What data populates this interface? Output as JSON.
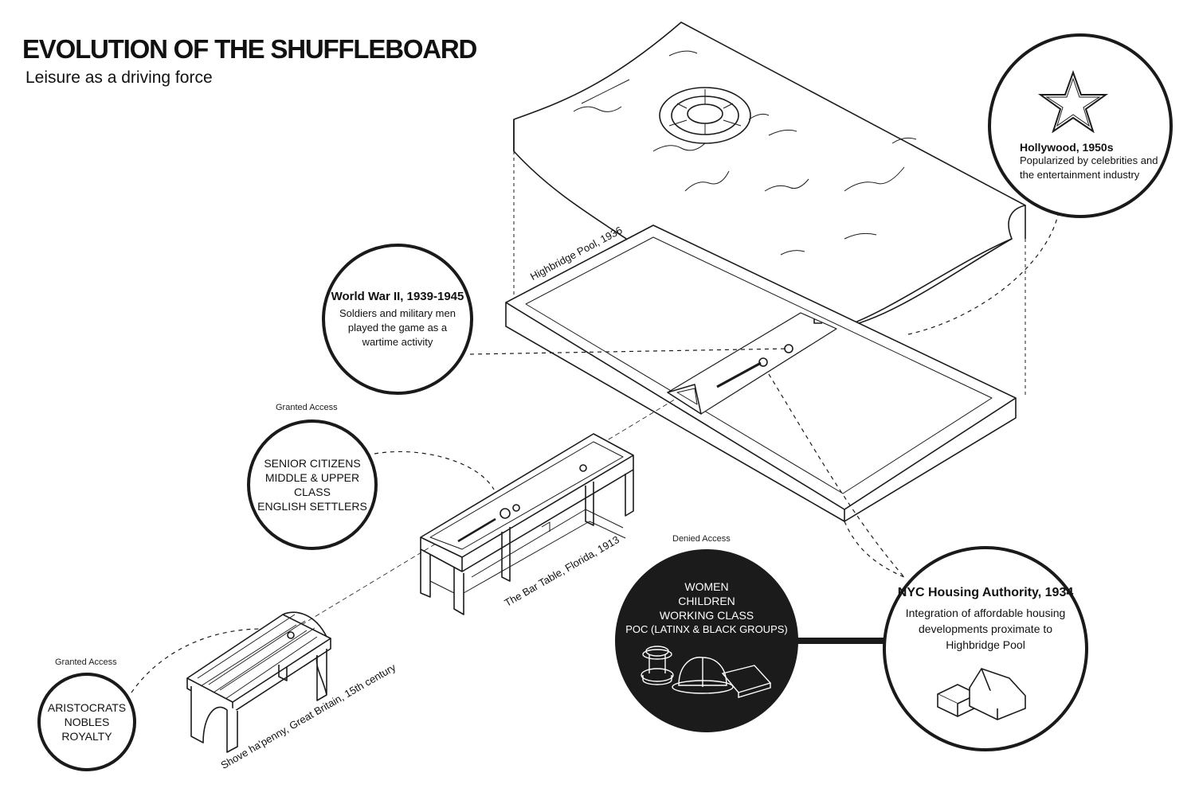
{
  "header": {
    "title": "EVOLUTION OF THE SHUFFLEBOARD",
    "subtitle": "Leisure as a driving force"
  },
  "hollywood": {
    "heading": "Hollywood, 1950s",
    "body_1": "Popularized by celebrities and",
    "body_2": "the entertainment industry"
  },
  "wwii": {
    "heading": "World War II, 1939-1945",
    "body_1": "Soldiers and military men",
    "body_2": "played the game as a",
    "body_3": "wartime activity"
  },
  "senior": {
    "access": "Granted Access",
    "lines": [
      "SENIOR CITIZENS",
      "MIDDLE & UPPER CLASS",
      "ENGLISH SETTLERS"
    ]
  },
  "aristocrats": {
    "access": "Granted Access",
    "lines": [
      "ARISTOCRATS",
      "NOBLES",
      "ROYALTY"
    ]
  },
  "denied": {
    "access": "Denied Access",
    "lines": [
      "WOMEN",
      "CHILDREN",
      "WORKING CLASS",
      "POC (LATINX & BLACK GROUPS)"
    ]
  },
  "nycha": {
    "heading": "NYC Housing Authority, 1934",
    "body_1": "Integration of affordable housing",
    "body_2": "developments proximate to",
    "body_3": "Highbridge Pool"
  },
  "labels": {
    "pool": "Highbridge Pool, 1936",
    "bar_table": "The Bar Table, Florida, 1913",
    "shove": "Shove ha'penny, Great Britain, 15th century"
  },
  "icons": {
    "hollywood": "star-icon",
    "denied": "spool-helmet-book-icon",
    "nycha": "house-icon",
    "pool_float": "life-ring-icon"
  },
  "colors": {
    "ink": "#1b1b1b",
    "background": "#ffffff"
  }
}
